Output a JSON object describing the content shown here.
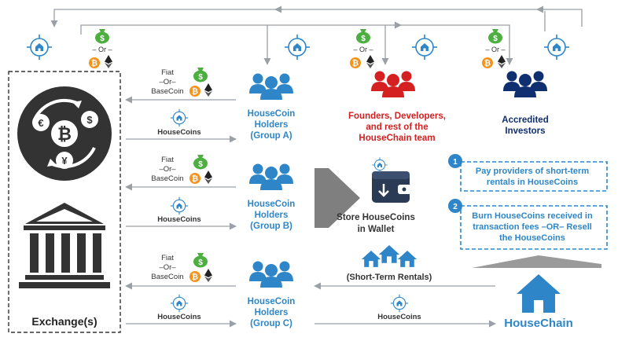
{
  "exchange": {
    "label": "Exchange(s)"
  },
  "group_a": {
    "label": [
      "HouseCoin",
      "Holders",
      "(Group A)"
    ]
  },
  "group_b": {
    "label": [
      "HouseCoin",
      "Holders",
      "(Group B)"
    ]
  },
  "group_c": {
    "label": [
      "HouseCoin",
      "Holders",
      "(Group C)"
    ]
  },
  "founders": {
    "label": [
      "Founders, Developers,",
      "and rest of the",
      "HouseChain team"
    ]
  },
  "investors": {
    "label": [
      "Accredited",
      "Investors"
    ]
  },
  "payment": {
    "fiat": "Fiat",
    "or_dash": "–Or–",
    "basecoin": "BaseCoin",
    "or_inline": "– Or –"
  },
  "housecoins_label": "HouseCoins",
  "wallet": {
    "label": [
      "Store HouseCoins",
      "in Wallet"
    ]
  },
  "rentals": {
    "label": "(Short-Term Rentals)"
  },
  "housechain": {
    "label": "HouseChain"
  },
  "steps": [
    {
      "number": "1",
      "text": [
        "Pay providers of short-term",
        "rentals in HouseCoins"
      ]
    },
    {
      "number": "2",
      "text": [
        "Burn HouseCoins received in",
        "transaction fees –OR– Resell",
        "the HouseCoins"
      ]
    }
  ],
  "colors": {
    "blue": "#2e86c8",
    "red": "#d42020",
    "navy": "#0f2f70",
    "dollar_green": "#4caf3f",
    "bitcoin_orange": "#f7931a",
    "line_gray": "#9aa0a6",
    "dark": "#333333"
  }
}
